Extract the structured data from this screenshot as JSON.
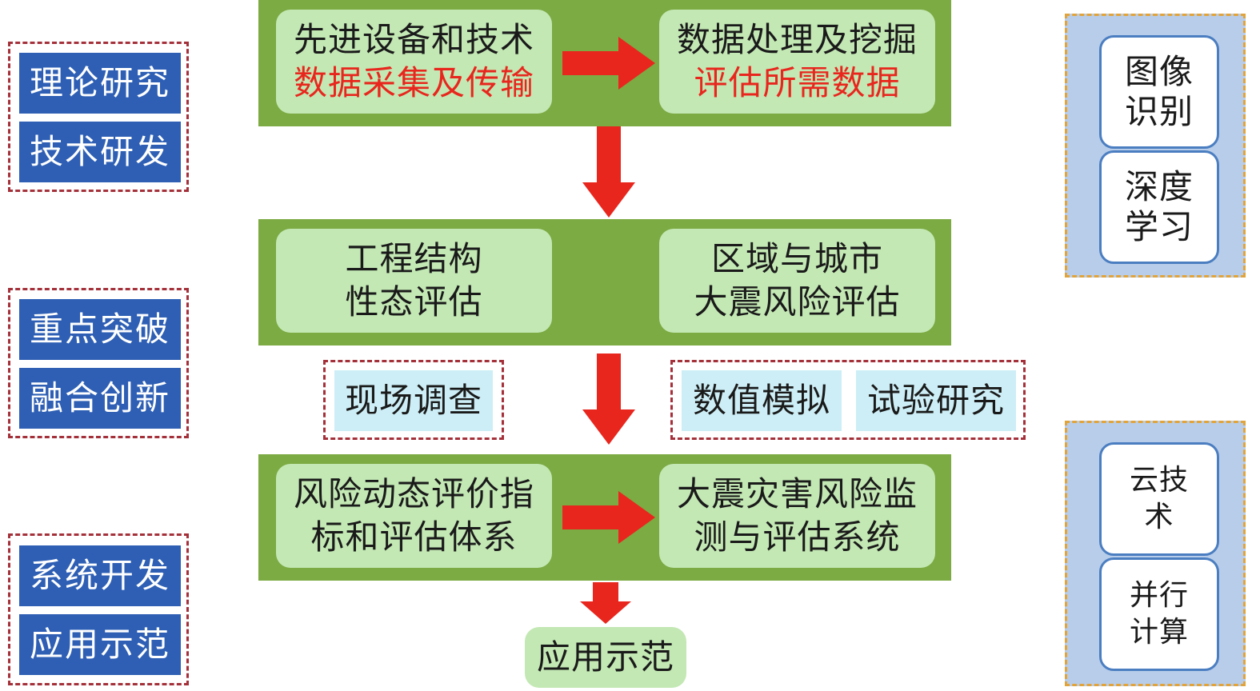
{
  "left_groups": [
    {
      "items": [
        "理论研究",
        "技术研发"
      ]
    },
    {
      "items": [
        "重点突破",
        "融合创新"
      ]
    },
    {
      "items": [
        "系统开发",
        "应用示范"
      ]
    }
  ],
  "stages": [
    {
      "left": {
        "line1": "先进设备和技术",
        "line2": "数据采集及传输"
      },
      "right": {
        "line1": "数据处理及挖掘",
        "line2": "评估所需数据"
      }
    },
    {
      "left": {
        "line1": "工程结构",
        "line2": "性态评估"
      },
      "right": {
        "line1": "区域与城市",
        "line2": "大震风险评估"
      }
    },
    {
      "left": {
        "line1": "风险动态评价指",
        "line2": "标和评估体系"
      },
      "right": {
        "line1": "大震灾害风险监",
        "line2": "测与评估系统"
      }
    }
  ],
  "methods": {
    "left": [
      "现场调查"
    ],
    "right": [
      "数值模拟",
      "试验研究"
    ]
  },
  "final_box": "应用示范",
  "tech_panels": [
    {
      "items": [
        {
          "line1": "图像",
          "line2": "识别"
        },
        {
          "line1": "深度",
          "line2": "学习"
        }
      ]
    },
    {
      "items": [
        {
          "line1": "云技",
          "line2": "术"
        },
        {
          "line1": "并行",
          "line2": "计算"
        }
      ]
    }
  ],
  "colors": {
    "stage_green": "#7caa43",
    "inner_green": "#c3e8b4",
    "label_blue": "#2e5fb4",
    "arrow_red": "#e8261d",
    "highlight_red": "#e8261d",
    "dash_red": "#a4303a",
    "dash_orange": "#e2a43a",
    "panel_blue": "#b8cde9",
    "method_cyan": "#cdeef6"
  }
}
